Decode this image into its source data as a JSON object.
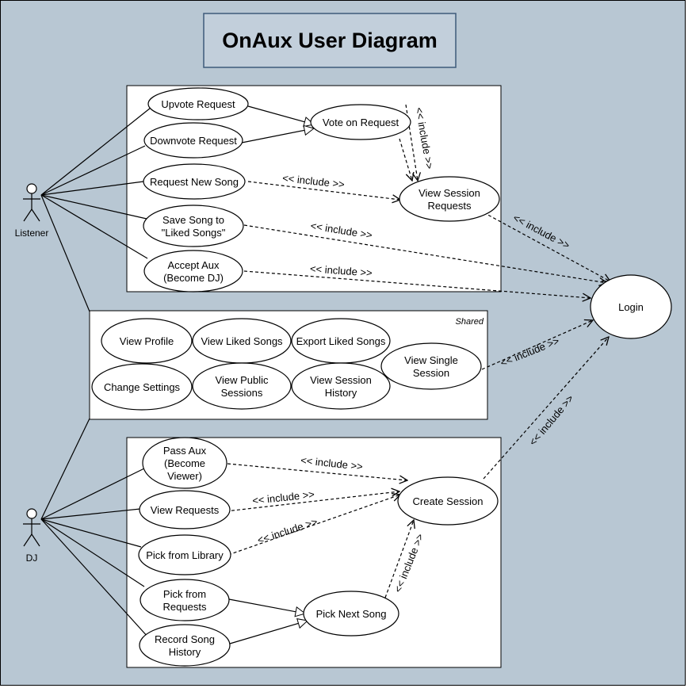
{
  "diagram": {
    "title": "OnAux User Diagram",
    "colors": {
      "background": "#b8c7d3",
      "title_box": "#c2cfdb",
      "title_border": "#3d5a7a",
      "panel": "#ffffff",
      "stroke": "#000000"
    },
    "actors": {
      "listener": "Listener",
      "dj": "DJ"
    },
    "shared_label": "Shared",
    "include_label": "<< include >>",
    "use_cases": {
      "upvote": [
        "Upvote Request"
      ],
      "downvote": [
        "Downvote Request"
      ],
      "request_new": [
        "Request New Song"
      ],
      "save_song": [
        "Save Song to",
        "\"Liked Songs\""
      ],
      "accept_aux": [
        "Accept Aux",
        "(Become DJ)"
      ],
      "vote": [
        "Vote on Request"
      ],
      "view_session_requests": [
        "View Session",
        "Requests"
      ],
      "login": [
        "Login"
      ],
      "view_profile": [
        "View Profile"
      ],
      "view_liked": [
        "View Liked Songs"
      ],
      "export_liked": [
        "Export Liked Songs"
      ],
      "change_settings": [
        "Change Settings"
      ],
      "view_public": [
        "View Public",
        "Sessions"
      ],
      "view_history": [
        "View Session",
        "History"
      ],
      "view_single": [
        "View Single",
        "Session"
      ],
      "pass_aux": [
        "Pass Aux",
        "(Become",
        "Viewer)"
      ],
      "view_requests": [
        "View Requests"
      ],
      "pick_library": [
        "Pick from Library"
      ],
      "pick_requests": [
        "Pick from",
        "Requests"
      ],
      "record_history": [
        "Record Song",
        "History"
      ],
      "pick_next": [
        "Pick Next Song"
      ],
      "create_session": [
        "Create Session"
      ]
    }
  }
}
